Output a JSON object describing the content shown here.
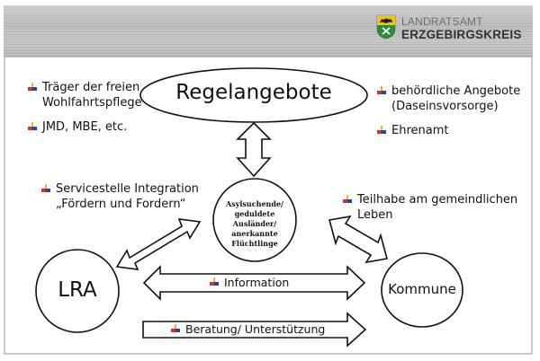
{
  "header": {
    "logo_icon": "coat-of-arms-icon",
    "org_line1": "LANDRATSAMT",
    "org_line2": "ERZGEBIRGSKREIS"
  },
  "nodes": {
    "regelangebote": "Regelangebote",
    "center": [
      "Asylsuchende/",
      "geduldete Ausländer/",
      "anerkannte",
      "Flüchtlinge"
    ],
    "lra": "LRA",
    "kommune": "Kommune"
  },
  "bullets": {
    "top_left": [
      {
        "lines": [
          "Träger der freien",
          "Wohlfahrtspflege"
        ]
      },
      {
        "lines": [
          "JMD, MBE, etc."
        ]
      }
    ],
    "top_right": [
      {
        "lines": [
          "behördliche Angebote",
          "(Daseinsvorsorge)"
        ]
      },
      {
        "lines": [
          "Ehrenamt"
        ]
      }
    ],
    "mid_left": {
      "lines": [
        "Servicestelle Integration",
        "„Fördern und Fordern“"
      ]
    },
    "mid_right": {
      "lines": [
        "Teilhabe am gemeindlichen",
        "Leben"
      ]
    }
  },
  "arrows": {
    "information": "Information",
    "beratung": "Beratung/ Unterstützung"
  },
  "bullet_icon": "arrow-bullet-icon",
  "colors": {
    "bullet_top": "#f0b429",
    "bullet_left": "#d9302c",
    "bullet_right": "#2f3fa8",
    "stroke": "#111111"
  }
}
